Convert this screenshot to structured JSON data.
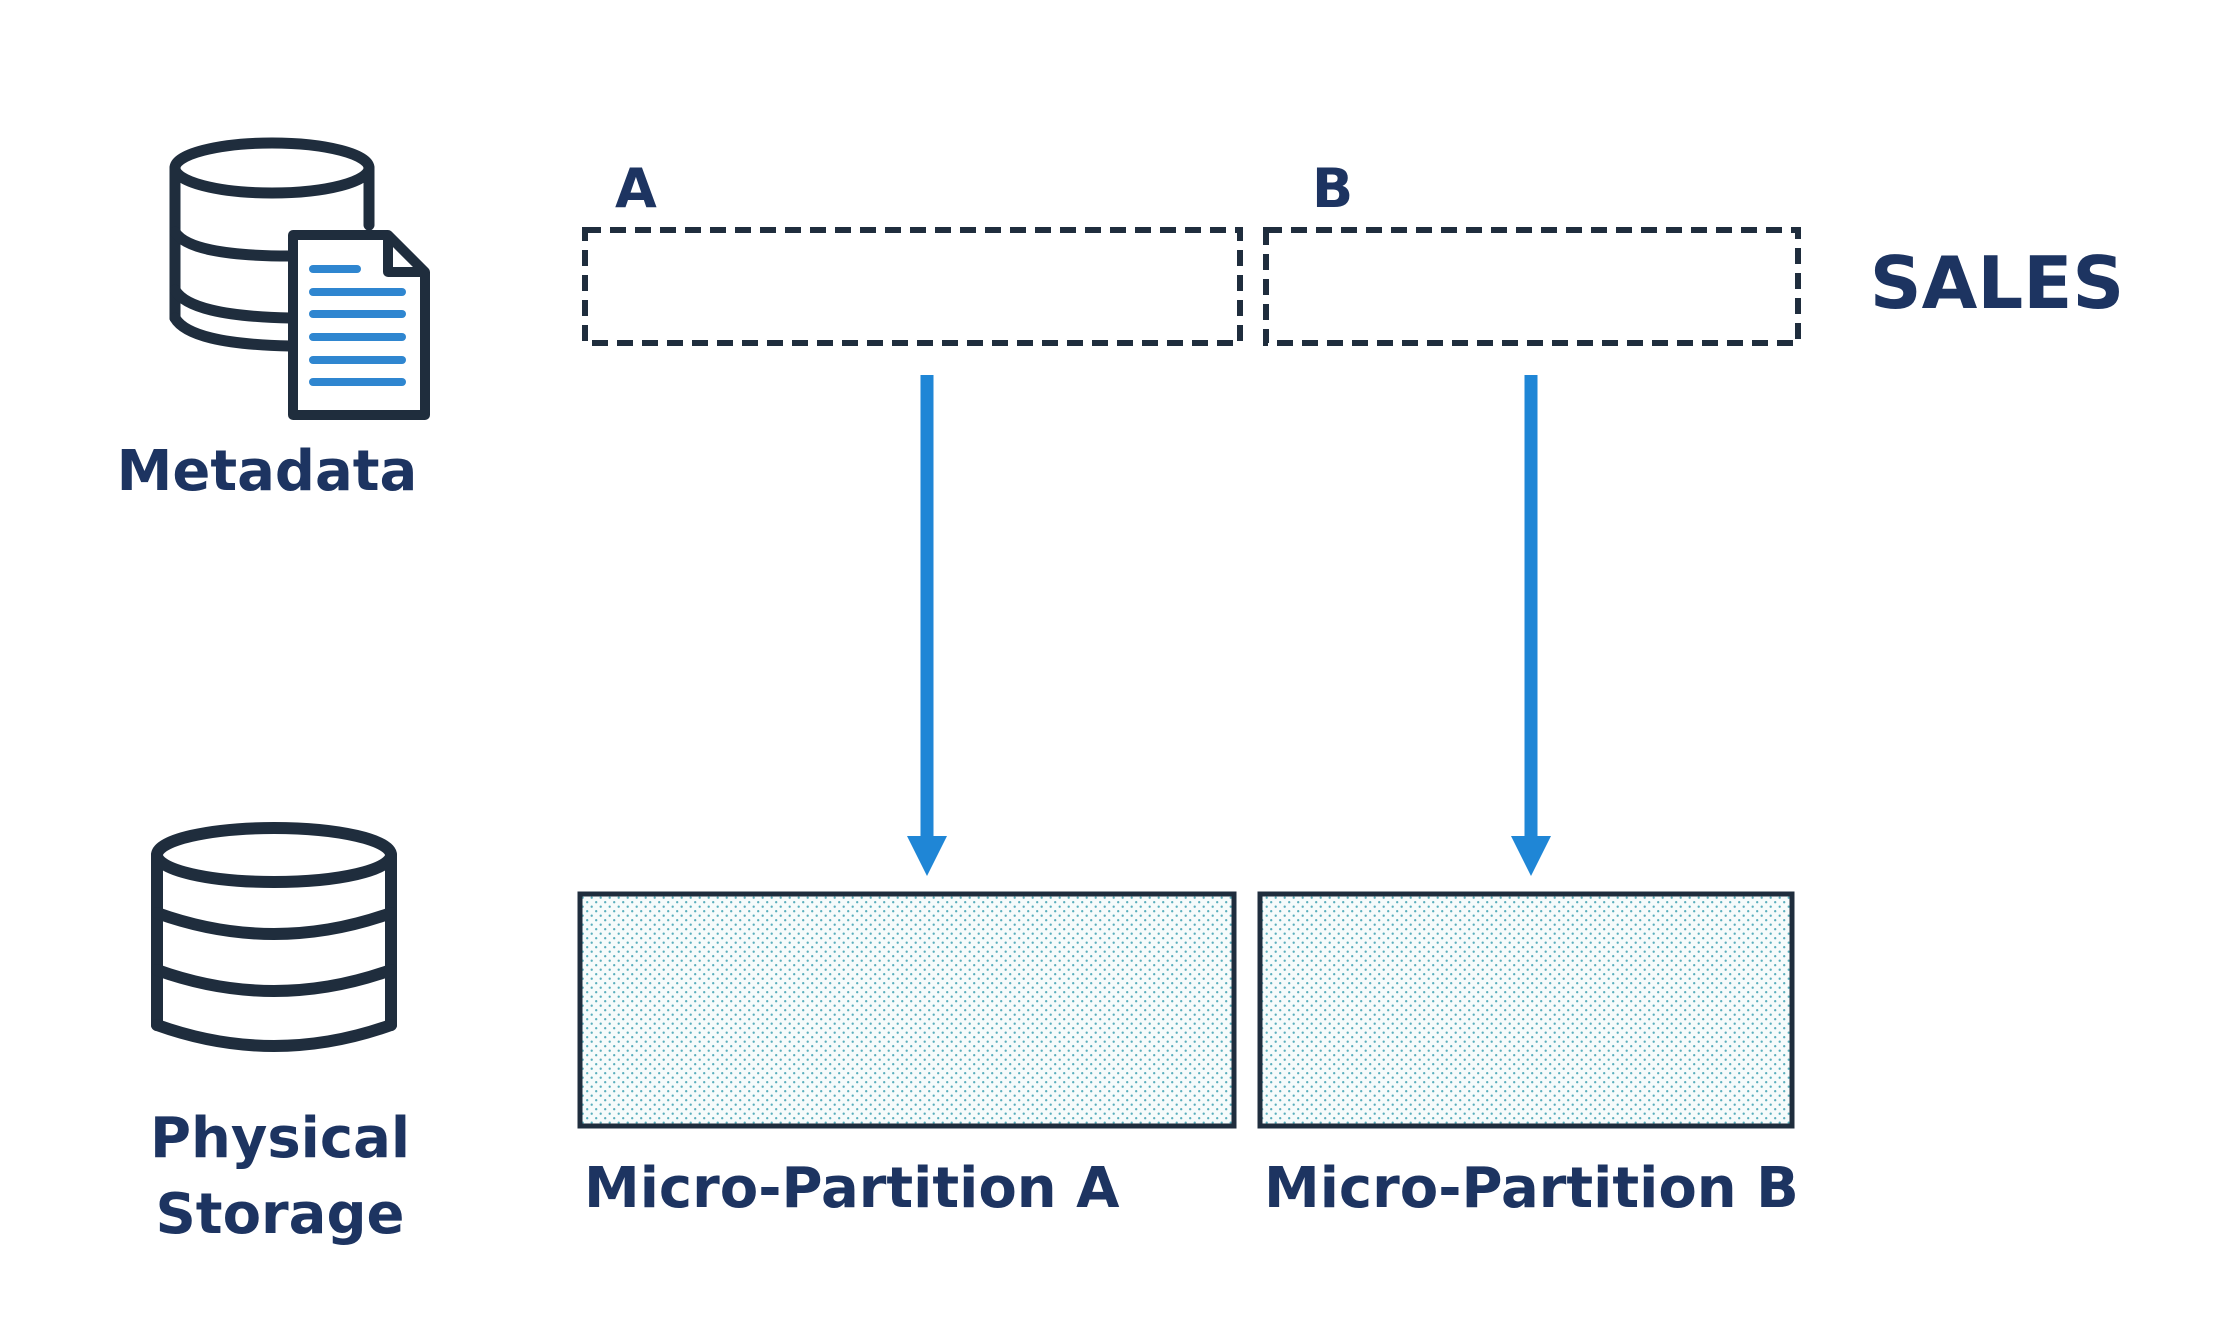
{
  "labels": {
    "metadata": "Metadata",
    "physical_line1": "Physical",
    "physical_line2": "Storage",
    "sales": "SALES",
    "column_a": "A",
    "column_b": "B",
    "partition_a": "Micro-Partition A",
    "partition_b": "Micro-Partition B"
  },
  "icons": {
    "metadata": "database-document-icon",
    "storage": "database-icon"
  },
  "colors": {
    "text": "#1d3461",
    "icon_stroke": "#1f2d3d",
    "arrow": "#1f86d6",
    "doc_lines": "#2f86d0",
    "dot_fill": "#5aaebc",
    "partition_bg": "#f6fbfb"
  }
}
